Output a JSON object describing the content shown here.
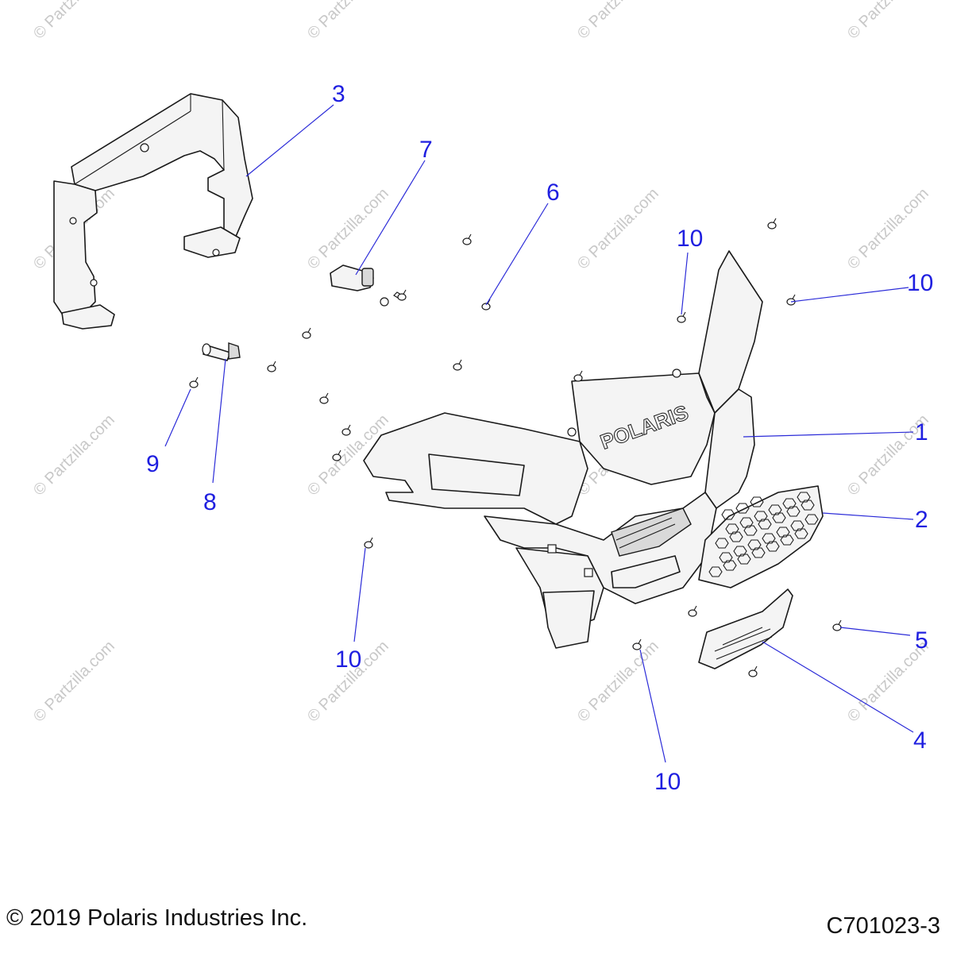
{
  "watermark": "© Partzilla.com",
  "brand_mark": "POLARIS",
  "callouts": [
    "1",
    "2",
    "3",
    "4",
    "5",
    "6",
    "7",
    "8",
    "9",
    "10"
  ],
  "footer": {
    "copyright": "© 2019 Polaris Industries Inc.",
    "diagram_code": "C701023-3"
  },
  "colors": {
    "callout": "#1f1fe0",
    "leader": "#2b2bd8",
    "line_art": "#1a1a1a",
    "watermark": "#c8c8c8"
  }
}
